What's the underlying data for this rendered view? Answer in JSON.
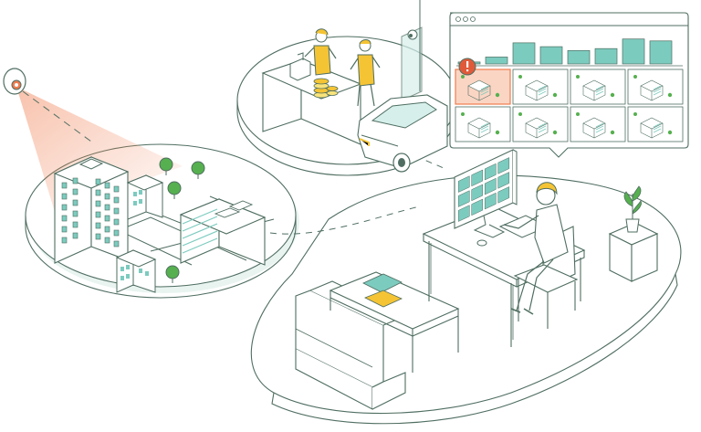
{
  "colors": {
    "stroke": "#4f6e61",
    "teal": "#7ccbbf",
    "teal_light": "#d6efeb",
    "green_tree": "#56b04f",
    "orange": "#f07c4e",
    "orange_light": "#fbd5c4",
    "yellow": "#f5c434",
    "yellow_light": "#f8e37a",
    "alert_red": "#e05a3a",
    "platform_fill": "#ffffff",
    "shadow": "#e9f4f1"
  },
  "icons": {
    "camera_left": "security-camera-icon",
    "camera_shop": "security-camera-icon",
    "alert": "exclamation-alert-icon"
  },
  "dashboard": {
    "bar_levels": [
      0.05,
      0.18,
      0.55,
      0.45,
      0.35,
      0.4,
      0.65,
      0.6
    ],
    "tiles": 8,
    "alert_tile": 0
  },
  "monitor": {
    "tiles": 12
  }
}
